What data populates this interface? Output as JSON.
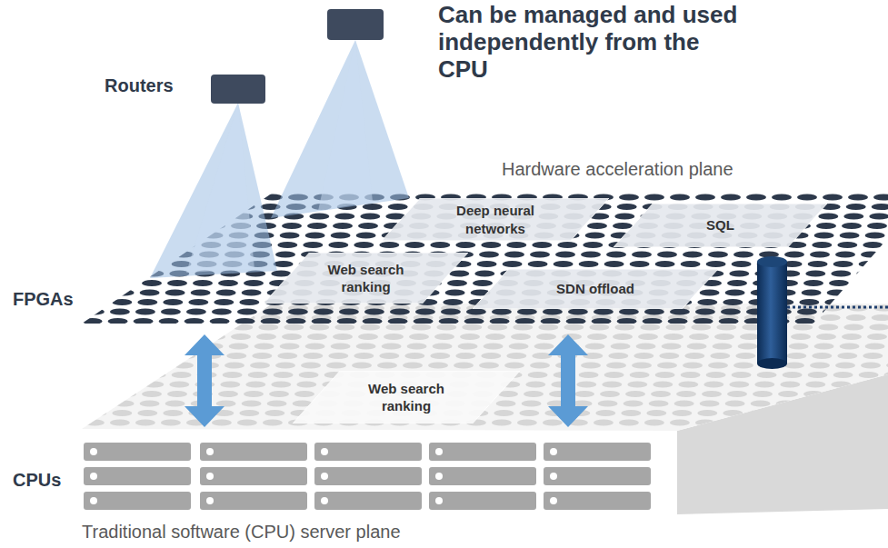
{
  "diagram": {
    "nodes": [
      {
        "text": [
          "Deep neural networks"
        ]
      },
      {
        "text": [
          "SQL"
        ]
      },
      {
        "text": [
          "Web search ranking"
        ]
      },
      {
        "text": [
          "SDN offload"
        ]
      },
      {
        "text": [
          "Web search ranking"
        ]
      }
    ],
    "labels": [
      "Can be managed and used independently from the CPU",
      "Routers",
      "Hardware acceleration plane",
      "FPGAs",
      "CPUs",
      "Traditional software (CPU) server plane"
    ]
  }
}
